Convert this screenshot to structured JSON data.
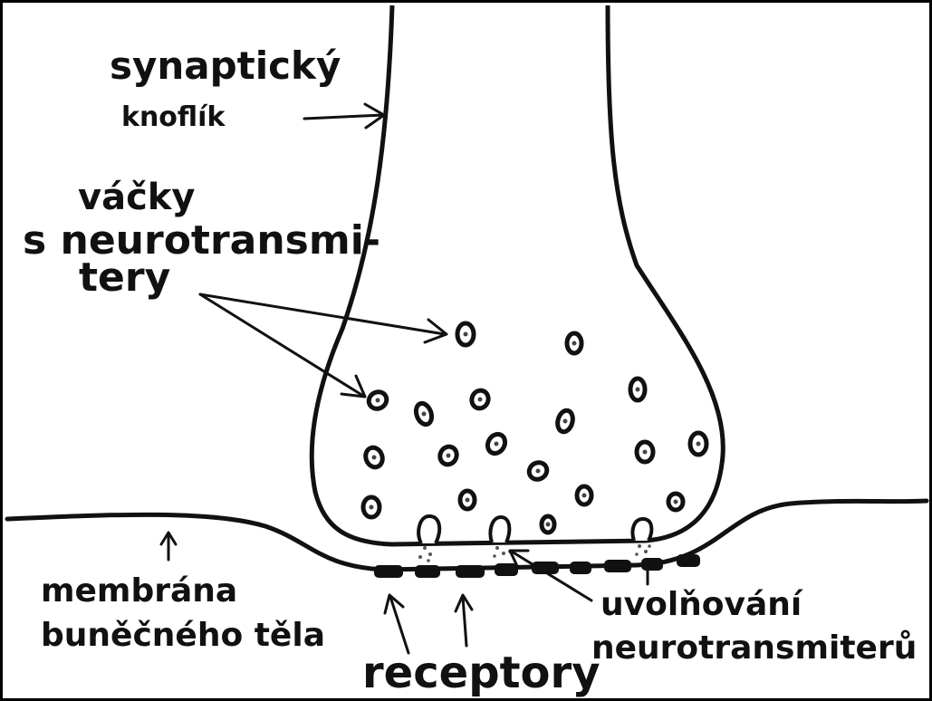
{
  "labels": {
    "synaptic_knob": {
      "line1": "synaptický",
      "line2": "knoflík"
    },
    "vesicles": {
      "line1": "váčky",
      "line2": "s neurotransmi-",
      "line3": "tery"
    },
    "membrane": {
      "line1": "membrána",
      "line2": "buněčného těla"
    },
    "receptors": "receptory",
    "release": {
      "line1": "uvolňování",
      "line2": "neurotransmiterů"
    }
  },
  "colors": {
    "ink": "#111111",
    "background": "#ffffff"
  }
}
